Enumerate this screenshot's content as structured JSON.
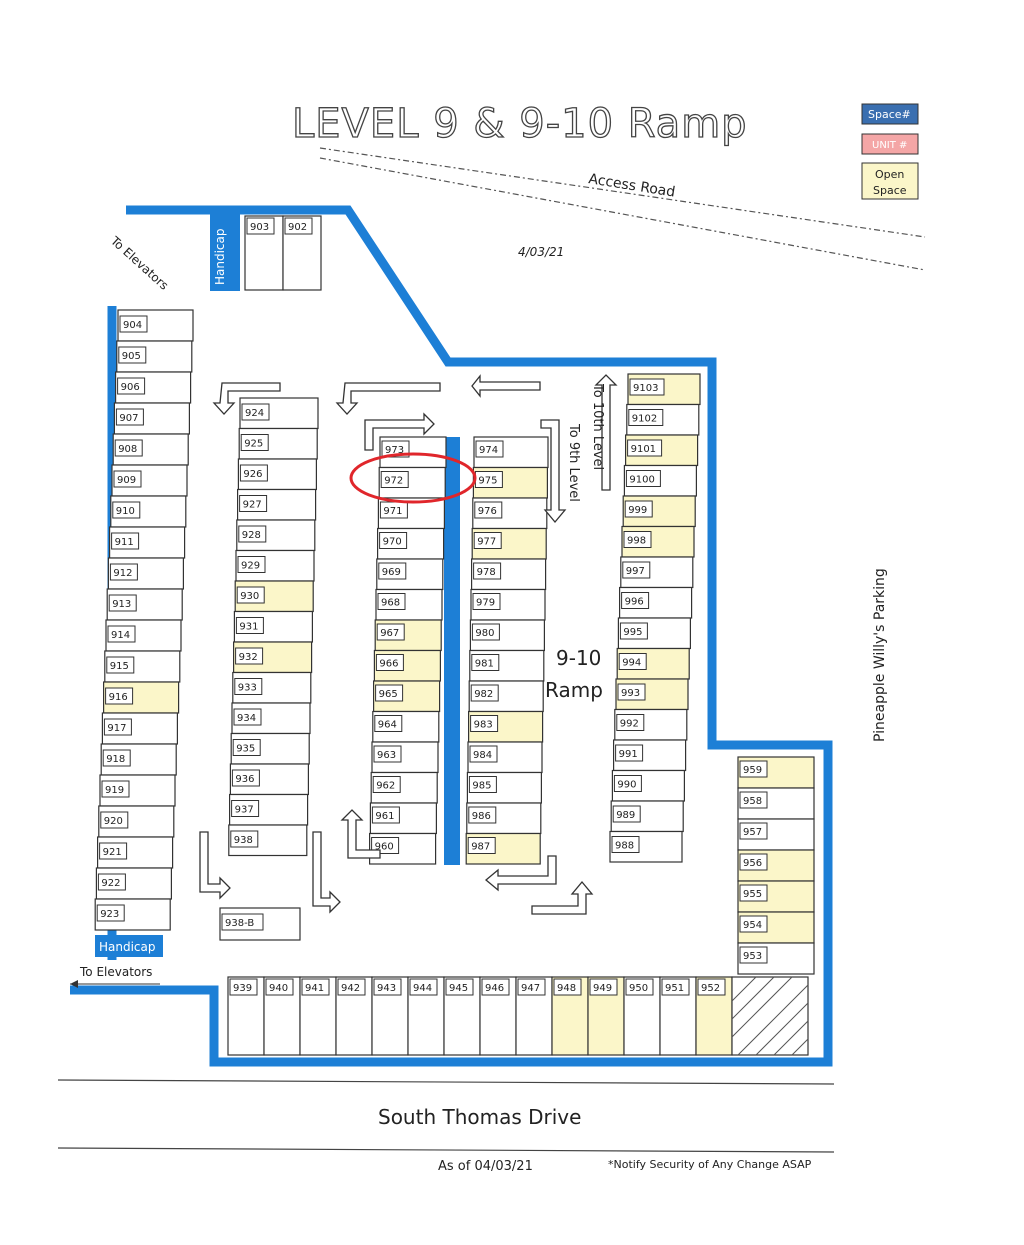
{
  "title": "LEVEL 9 & 9-10 Ramp",
  "handwritten_date": "4/03/21",
  "access_road": "Access Road",
  "legend": {
    "space_label": "Space#",
    "unit_label": "UNIT #",
    "open_label_line1": "Open",
    "open_label_line2": "Space",
    "colors": {
      "space": "#3a6fb0",
      "unit": "#f4a6a6",
      "open": "#fbf6c9",
      "wall": "#1d7fd6"
    }
  },
  "labels": {
    "to_elevators_top": "To Elevators",
    "to_elevators_bottom": "To Elevators",
    "handicap_top": "Handicap",
    "handicap_bottom": "Handicap",
    "to_10th_level": "To 10th Level",
    "to_9th_level": "To 9th Level",
    "ramp_line1": "9-10",
    "ramp_line2": "Ramp",
    "pineapple": "Pineapple Willy's Parking",
    "street": "South Thomas Drive",
    "as_of": "As of 04/03/21",
    "notify": "*Notify Security of Any Change ASAP"
  },
  "highlighted_space": "972",
  "spaces": {
    "top": [
      "903",
      "902"
    ],
    "left_wall": [
      "904",
      "905",
      "906",
      "907",
      "908",
      "909",
      "910",
      "911",
      "912",
      "913",
      "914",
      "915",
      "916",
      "917",
      "918",
      "919",
      "920",
      "921",
      "922",
      "923"
    ],
    "column_2": [
      "924",
      "925",
      "926",
      "927",
      "928",
      "929",
      "930",
      "931",
      "932",
      "933",
      "934",
      "935",
      "936",
      "937",
      "938"
    ],
    "column_2_extra": "938-B",
    "column_3_left": [
      "973",
      "972",
      "971",
      "970",
      "969",
      "968",
      "967",
      "966",
      "965",
      "964",
      "963",
      "962",
      "961",
      "960"
    ],
    "column_3_right": [
      "974",
      "975",
      "976",
      "977",
      "978",
      "979",
      "980",
      "981",
      "982",
      "983",
      "984",
      "985",
      "986",
      "987"
    ],
    "column_4": [
      "9103",
      "9102",
      "9101",
      "9100",
      "999",
      "998",
      "997",
      "996",
      "995",
      "994",
      "993",
      "992",
      "991",
      "990",
      "989",
      "988"
    ],
    "right_block": [
      "959",
      "958",
      "957",
      "956",
      "955",
      "954",
      "953"
    ],
    "bottom_row": [
      "939",
      "940",
      "941",
      "942",
      "943",
      "944",
      "945",
      "946",
      "947",
      "948",
      "949",
      "950",
      "951",
      "952"
    ]
  },
  "open_spaces": [
    "916",
    "930",
    "932",
    "967",
    "966",
    "965",
    "975",
    "977",
    "983",
    "987",
    "9103",
    "9101",
    "999",
    "998",
    "994",
    "993",
    "959",
    "956",
    "955",
    "954",
    "948",
    "949",
    "952"
  ]
}
